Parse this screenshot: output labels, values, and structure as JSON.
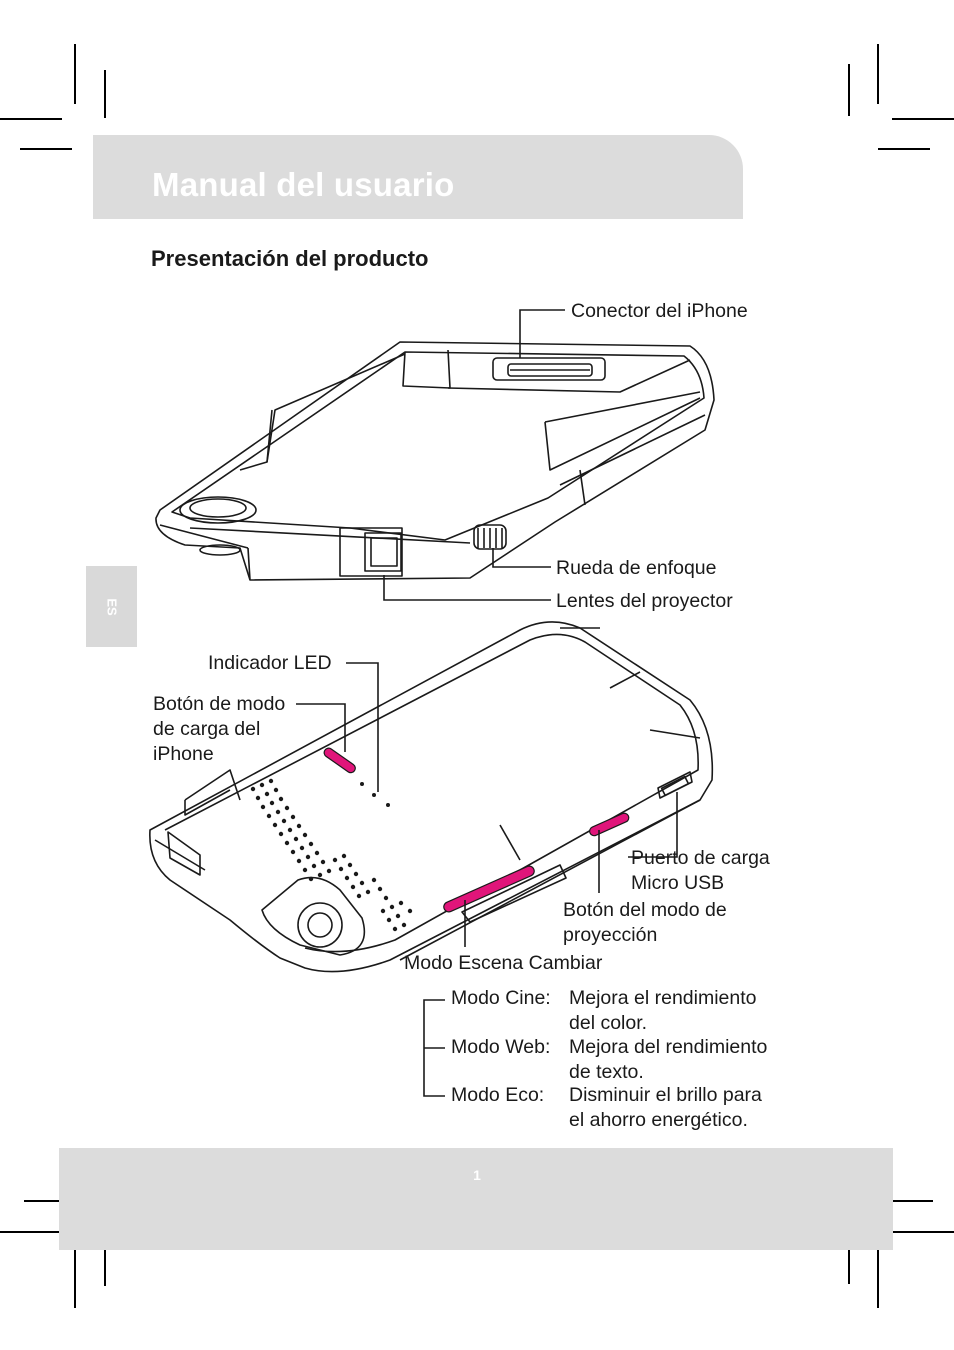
{
  "header": {
    "title": "Manual del usuario"
  },
  "section": {
    "title": "Presentación del producto"
  },
  "lang_tab": "ES",
  "page_number": "1",
  "labels": {
    "iphone_connector": "Conector del iPhone",
    "focus_wheel": "Rueda de enfoque",
    "projector_lens": "Lentes del proyector",
    "led_indicator": "Indicador LED",
    "charge_mode_button": [
      "Botón de modo",
      "de carga del",
      "iPhone"
    ],
    "micro_usb_port": [
      "Puerto de carga",
      "Micro USB"
    ],
    "projection_mode_button": [
      "Botón del modo de",
      "proyección"
    ],
    "scene_mode": "Modo Escena Cambiar"
  },
  "modes": [
    {
      "name": "Modo Cine:",
      "desc": [
        "Mejora el rendimiento",
        "del color."
      ]
    },
    {
      "name": "Modo Web:",
      "desc": [
        "Mejora del rendimiento",
        "de texto."
      ]
    },
    {
      "name": "Modo Eco:",
      "desc": [
        "Disminuir el brillo para",
        "el ahorro energético."
      ]
    }
  ],
  "colors": {
    "accent": "#e0157a",
    "band": "#dcdcdc"
  }
}
